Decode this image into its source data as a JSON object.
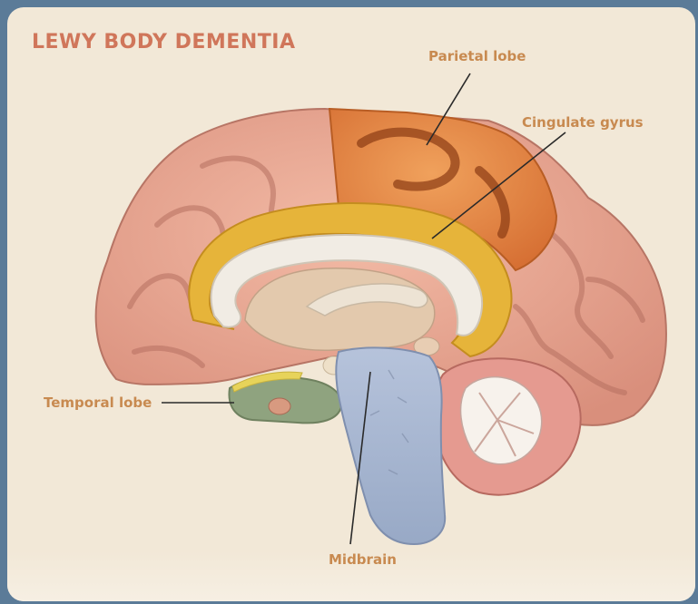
{
  "title": "LEWY BODY DEMENTIA",
  "labels": {
    "parietal": "Parietal lobe",
    "cingulate": "Cingulate gyrus",
    "temporal": "Temporal lobe",
    "midbrain": "Midbrain"
  },
  "colors": {
    "background": "#f2e8d7",
    "title": "#d0765a",
    "label": "#c88a50",
    "cortex": "#e9a792",
    "parietal_highlight": "#e5884a",
    "cingulate_highlight": "#e6b43a",
    "temporal_highlight": "#8fa37f",
    "midbrain_highlight": "#a8b7d0"
  }
}
